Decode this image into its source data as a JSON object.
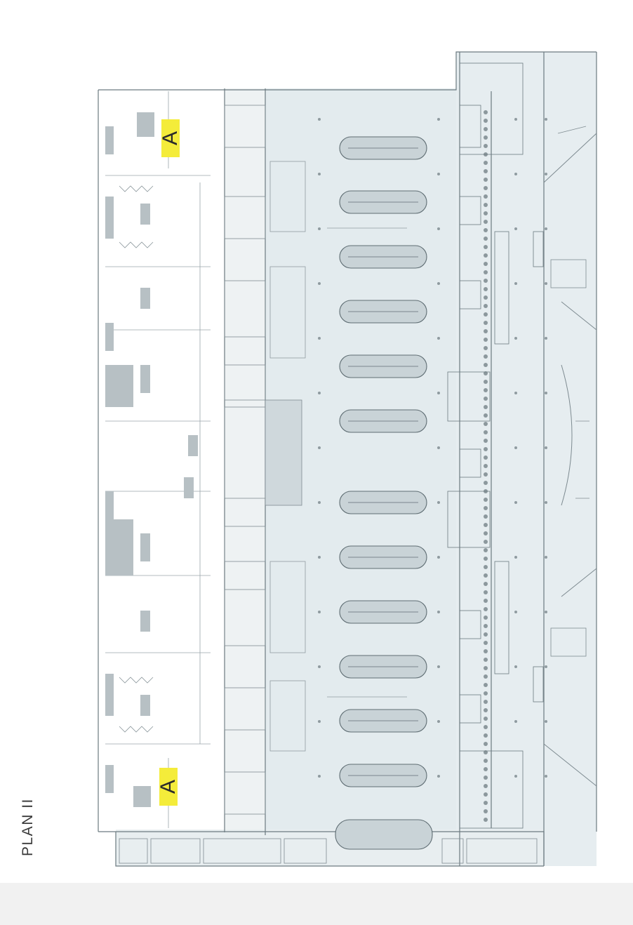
{
  "plan": {
    "title": "PLAN II",
    "markers": [
      {
        "label": "A"
      },
      {
        "label": "A"
      }
    ]
  },
  "colors": {
    "floor_tint": "#e3ebee",
    "linework": "#6c7a80",
    "marker_highlight": "#f4ec3a",
    "title_text": "#3a3a3a"
  }
}
